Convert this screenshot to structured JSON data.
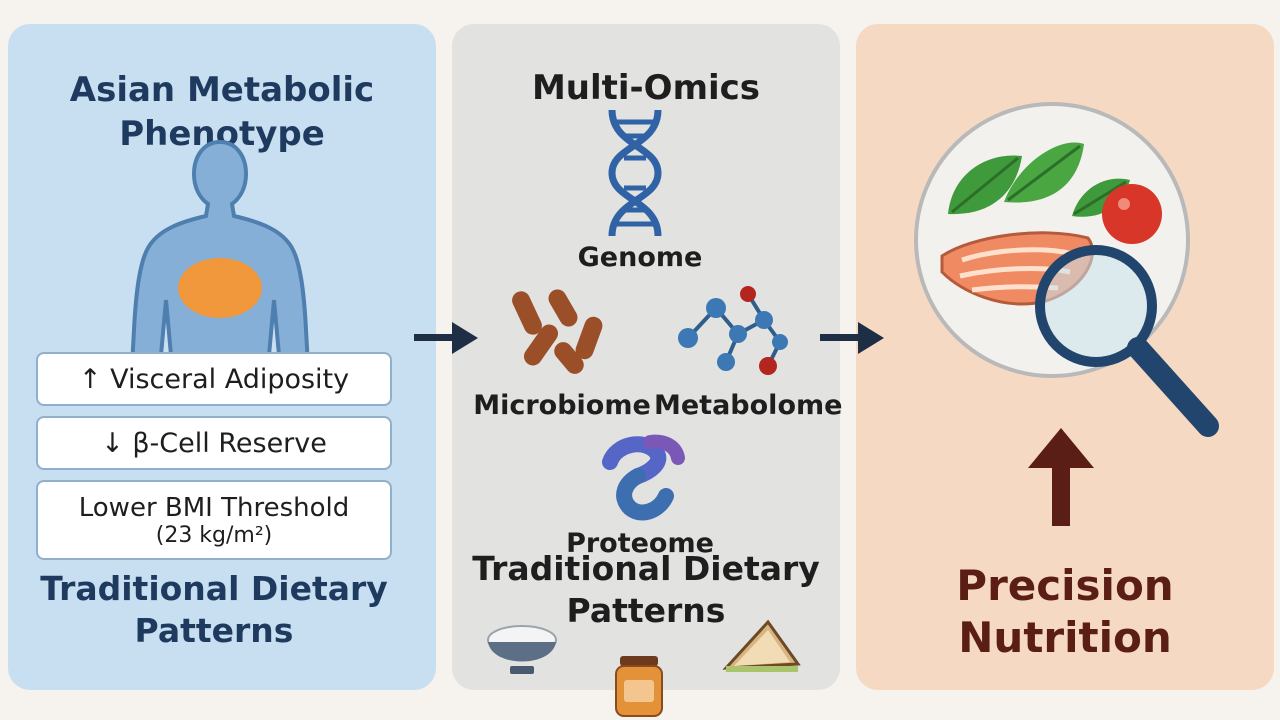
{
  "left_panel": {
    "title": "Asian Metabolic Phenotype",
    "facts": [
      {
        "text": "↑ Visceral Adiposity"
      },
      {
        "text": "↓ β-Cell Reserve"
      },
      {
        "text": "Lower BMI Threshold",
        "sub": "(23 kg/m²)"
      }
    ],
    "bottom": "Traditional Dietary Patterns"
  },
  "middle_panel": {
    "title": "Multi-Omics",
    "omics": [
      "Genome",
      "Microbiome",
      "Metabolome",
      "Proteome"
    ],
    "bottom": "Traditional Dietary Patterns"
  },
  "right_panel": {
    "title": "Precision Nutrition"
  },
  "colors": {
    "left_bg": "#c8dff1",
    "mid_bg": "#e2e2e1",
    "right_bg": "#f6d9c2",
    "navy": "#1f3a5f",
    "maroon": "#5a1e16"
  },
  "icons": [
    "human-silhouette-icon",
    "dna-icon",
    "bacteria-icon",
    "molecule-network-icon",
    "protein-icon",
    "rice-bowl-icon",
    "jar-icon",
    "sandwich-icon",
    "food-plate-icon",
    "magnifier-icon",
    "arrow-right-icon",
    "arrow-up-icon"
  ]
}
